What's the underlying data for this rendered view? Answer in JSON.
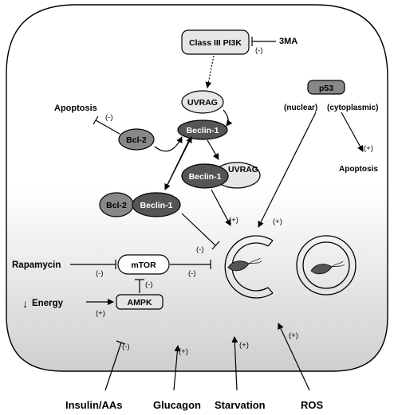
{
  "nodes": {
    "class3pi3k": "Class III PI3K",
    "threema": "3MA",
    "uvrag_top": "UVRAG",
    "beclin1_top": "Beclin-1",
    "bcl2_left": "Bcl-2",
    "beclin1_uvrag_beclin": "Beclin-1",
    "beclin1_uvrag_uvrag": "UVRAG",
    "bcl2_complex": "Bcl-2",
    "beclin1_complex": "Beclin-1",
    "mtor": "mTOR",
    "ampk": "AMPK",
    "p53": "p53"
  },
  "labels": {
    "apoptosis_left": "Apoptosis",
    "p53_nuclear": "(nuclear)",
    "p53_cytoplasmic": "(cytoplasmic)",
    "apoptosis_right": "Apoptosis",
    "rapamycin": "Rapamycin",
    "energy": "Energy",
    "energy_arrow": "↓"
  },
  "external": {
    "insulin": "Insulin/AAs",
    "glucagon": "Glucagon",
    "starvation": "Starvation",
    "ros": "ROS"
  },
  "signs": {
    "threema_inhibit": "(-)",
    "bcl2_apoptosis": "(-)",
    "p53_apoptosis": "(+)",
    "beclin_uvrag_phagophore": "(+)",
    "p53_phagophore": "(+)",
    "bcl2_complex_phagophore": "(-)",
    "rapamycin_mtor": "(-)",
    "mtor_phagophore": "(-)",
    "ampk_mtor": "(-)",
    "energy_ampk": "(+)",
    "insulin": "(-)",
    "glucagon": "(+)",
    "starvation": "(+)",
    "ros": "(+)"
  }
}
